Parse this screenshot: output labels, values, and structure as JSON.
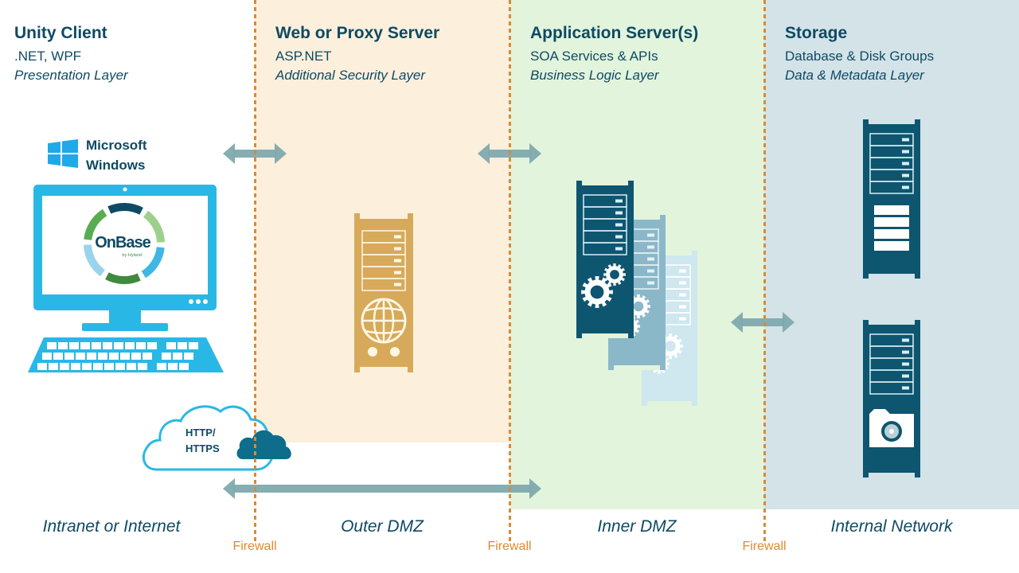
{
  "columns": [
    {
      "title": "Unity Client",
      "subtitle": ".NET, WPF",
      "layer": "Presentation Layer"
    },
    {
      "title": "Web or Proxy Server",
      "subtitle": "ASP.NET",
      "layer": "Additional Security Layer"
    },
    {
      "title": "Application Server(s)",
      "subtitle": "SOA Services & APIs",
      "layer": "Business Logic Layer"
    },
    {
      "title": "Storage",
      "subtitle": "Database & Disk Groups",
      "layer": "Data & Metadata Layer"
    }
  ],
  "client": {
    "os_line1": "Microsoft",
    "os_line2": "Windows",
    "app_name": "OnBase",
    "app_byline": "by Hyland"
  },
  "cloud": {
    "line1": "HTTP/",
    "line2": "HTTPS"
  },
  "zones": [
    "Intranet or Internet",
    "Outer DMZ",
    "Inner DMZ",
    "Internal Network"
  ],
  "firewalls": [
    "Firewall",
    "Firewall",
    "Firewall"
  ],
  "colors": {
    "heading": "#0e4a63",
    "firewall": "#e08a2e",
    "outer_dmz_bg": "#fcefdc",
    "inner_dmz_bg": "#e2f4dc",
    "internal_bg": "#d3e3e8",
    "client_device": "#29b8e5",
    "web_server": "#d6aa5a",
    "app_server": "#0e5570",
    "arrow": "#7fa9ae"
  }
}
